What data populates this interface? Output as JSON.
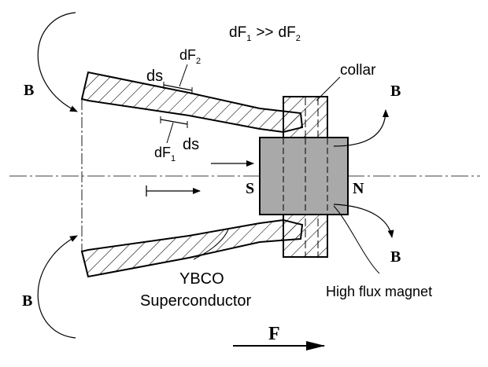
{
  "labels": {
    "relation_left": "dF",
    "relation_left_sub": "1",
    "relation_op": ">>",
    "relation_right": "dF",
    "relation_right_sub": "2",
    "ds_top": "ds",
    "df2": "dF",
    "df2_sub": "2",
    "df1": "dF",
    "df1_sub": "1",
    "ds_bottom": "ds",
    "collar": "collar",
    "b_top_left": "B",
    "b_bottom_left": "B",
    "b_top_right": "B",
    "b_bottom_right": "B",
    "pole_s": "S",
    "pole_n": "N",
    "force": "F",
    "superconductor_line1": "YBCO",
    "superconductor_line2": "Superconductor",
    "magnet": "High flux magnet"
  },
  "colors": {
    "ink": "#000000",
    "magnet_fill": "#a9a9a9",
    "background": "#ffffff"
  }
}
